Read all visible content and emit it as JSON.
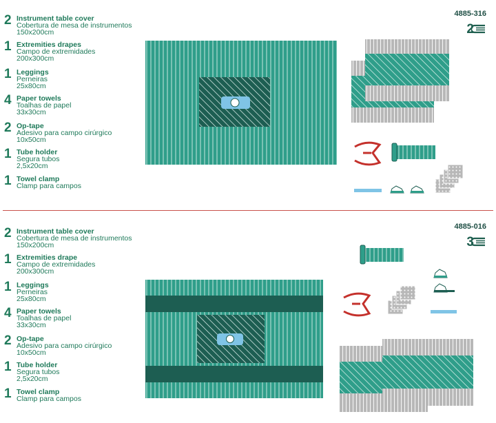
{
  "kits": [
    {
      "code": "4885-316",
      "count": "2",
      "items": [
        {
          "qty": "2",
          "name_en": "Instrument table cover",
          "name_pt": "Cobertura de mesa de instrumentos",
          "size": "150x200cm"
        },
        {
          "qty": "1",
          "name_en": "Extremities drapes",
          "name_pt": "Campo de extremidades",
          "size": "200x300cm"
        },
        {
          "qty": "1",
          "name_en": "Leggings",
          "name_pt": "Perneiras",
          "size": "25x80cm"
        },
        {
          "qty": "4",
          "name_en": "Paper towels",
          "name_pt": "Toalhas de papel",
          "size": "33x30cm"
        },
        {
          "qty": "2",
          "name_en": "Op-tape",
          "name_pt": "Adesivo para campo cirúrgico",
          "size": "10x50cm"
        },
        {
          "qty": "1",
          "name_en": "Tube holder",
          "name_pt": "Segura tubos",
          "size": "2,5x20cm"
        },
        {
          "qty": "1",
          "name_en": "Towel clamp",
          "name_pt": "Clamp para campos",
          "size": ""
        }
      ]
    },
    {
      "code": "4885-016",
      "count": "3",
      "items": [
        {
          "qty": "2",
          "name_en": "Instrument table cover",
          "name_pt": "Cobertura de mesa de instrumentos",
          "size": "150x200cm"
        },
        {
          "qty": "1",
          "name_en": "Extremities drape",
          "name_pt": "Campo de extremidades",
          "size": "200x300cm"
        },
        {
          "qty": "1",
          "name_en": "Leggings",
          "name_pt": "Perneiras",
          "size": "25x80cm"
        },
        {
          "qty": "4",
          "name_en": "Paper towels",
          "name_pt": "Toalhas de papel",
          "size": "33x30cm"
        },
        {
          "qty": "2",
          "name_en": "Op-tape",
          "name_pt": "Adesivo para campo cirúrgico",
          "size": "10x50cm"
        },
        {
          "qty": "1",
          "name_en": "Tube holder",
          "name_pt": "Segura tubos",
          "size": "2,5x20cm"
        },
        {
          "qty": "1",
          "name_en": "Towel clamp",
          "name_pt": "Clamp para campos",
          "size": ""
        }
      ]
    }
  ],
  "colors": {
    "teal": "#2f9e8a",
    "teal_dark": "#1d5e52",
    "grey": "#b8b8b8",
    "accent_blue": "#7fc4e6",
    "clamp_red": "#c4312c",
    "text_green": "#1f7a5a",
    "divider": "#c9504b"
  }
}
